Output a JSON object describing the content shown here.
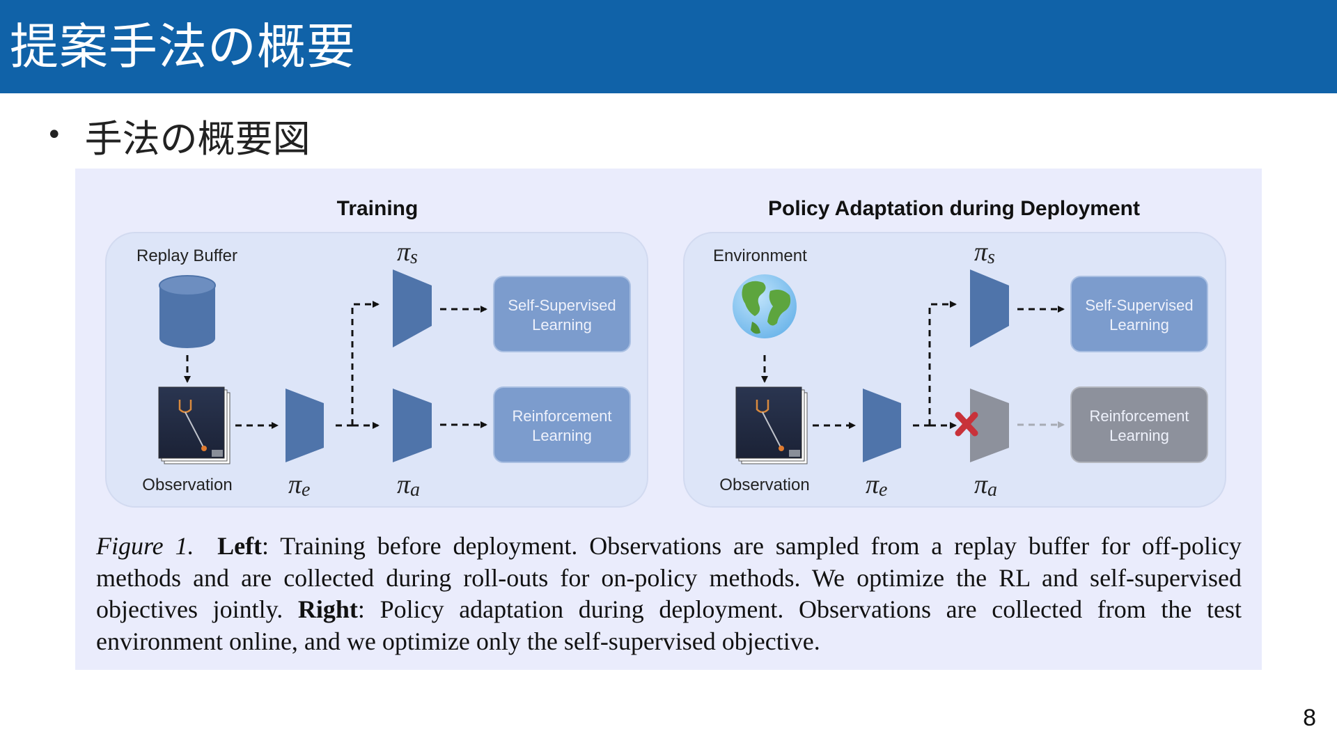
{
  "slide": {
    "title": "提案手法の概要",
    "bullet": "手法の概要図",
    "page_number": "8"
  },
  "figure": {
    "left_panel": {
      "heading": "Training",
      "source_label": "Replay Buffer",
      "observation_label": "Observation",
      "pi_e": "π",
      "pi_e_sub": "e",
      "pi_s": "π",
      "pi_s_sub": "s",
      "pi_a": "π",
      "pi_a_sub": "a",
      "ssl_box": [
        "Self-Supervised",
        "Learning"
      ],
      "rl_box": [
        "Reinforcement",
        "Learning"
      ]
    },
    "right_panel": {
      "heading": "Policy Adaptation during Deployment",
      "source_label": "Environment",
      "observation_label": "Observation",
      "pi_e": "π",
      "pi_e_sub": "e",
      "pi_s": "π",
      "pi_s_sub": "s",
      "pi_a": "π",
      "pi_a_sub": "a",
      "ssl_box": [
        "Self-Supervised",
        "Learning"
      ],
      "rl_box": [
        "Reinforcement",
        "Learning"
      ]
    },
    "caption": {
      "figure_label": "Figure 1.",
      "left_word": "Left",
      "left_text": ": Training before deployment. Observations are sampled from a replay buffer for off-policy methods and are collected during roll-outs for on-policy methods. We optimize the RL and self-supervised objectives jointly.",
      "right_word": "Right",
      "right_text": ": Policy adaptation during deployment. Observations are collected from the test environment online, and we optimize only the self-supervised objective."
    },
    "colors": {
      "header_bg": "#1062a8",
      "figure_bg": "#eaecfc",
      "panel_bg": "#dde5f8",
      "network": "#4f74aa",
      "box_active": "#7c9ccd",
      "box_disabled": "#8d919c",
      "cross": "#c8323a"
    }
  }
}
